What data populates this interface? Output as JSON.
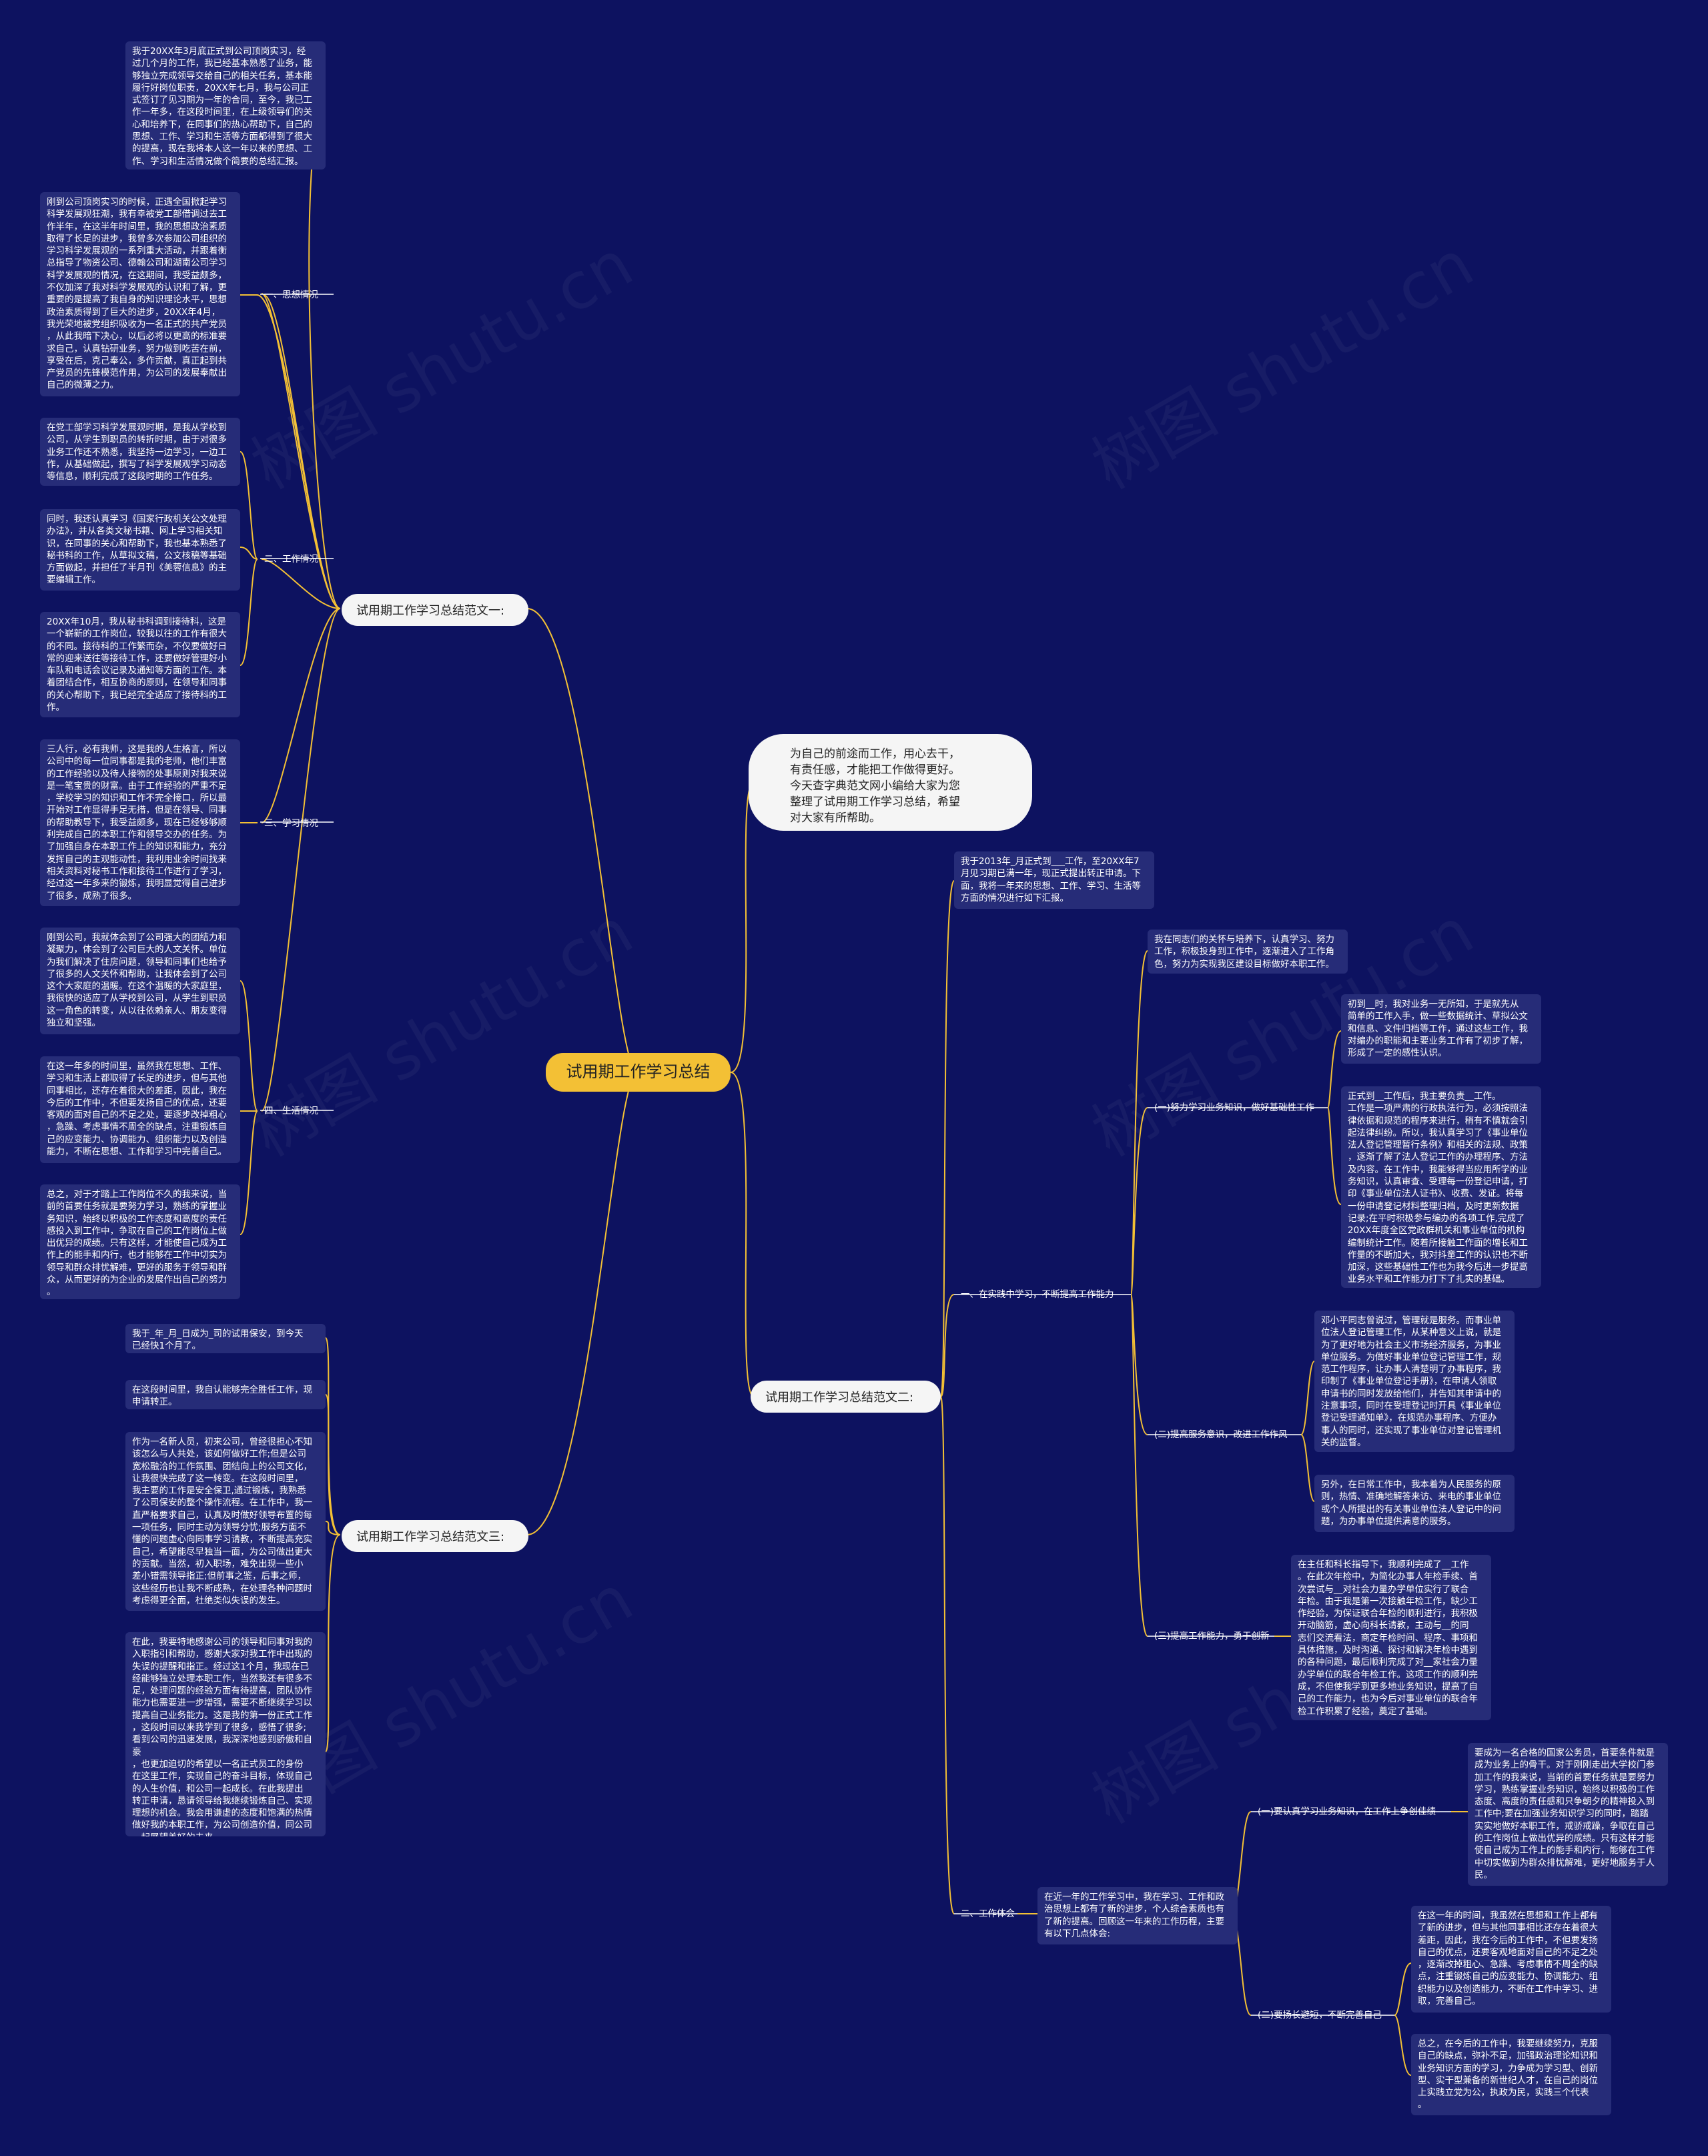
{
  "root": {
    "title": "试用期工作学习总结"
  },
  "intro": "为自己的前途而工作，用心去干，\n有责任感，才能把工作做得更好。\n今天查字典范文网小编给大家为您\n整理了试用期工作学习总结，希望\n对大家有所帮助。",
  "watermark": "树图 shutu.cn",
  "left": {
    "s1": {
      "title": "试用期工作学习总结范文一:",
      "top": "我于20XX年3月底正式到公司顶岗实习，经\n过几个月的工作，我已经基本熟悉了业务，能\n够独立完成领导交给自己的相关任务，基本能\n履行好岗位职责，20XX年七月，我与公司正\n式签订了见习期为一年的合同，至今，我已工\n作一年多，在这段时间里，在上级领导们的关\n心和培养下，在同事们的热心帮助下，自己的\n思想、工作、学习和生活等方面都得到了很大\n的提高，现在我将本人这一年以来的思想、工\n作、学习和生活情况做个简要的总结汇报。",
      "b1": {
        "label": "一、思想情况",
        "t1": "刚到公司顶岗实习的时候，正遇全国掀起学习\n科学发展观狂潮，我有幸被党工部借调过去工\n作半年，在这半年时间里，我的思想政治素质\n取得了长足的进步，我曾多次参加公司组织的\n学习科学发展观的一系列重大活动，并跟着衡\n总指导了物资公司、德翰公司和湖南公司学习\n科学发展观的情况，在这期间，我受益颇多，\n不仅加深了我对科学发展观的认识和了解，更\n重要的是提高了我自身的知识理论水平，思想\n政治素质得到了巨大的进步，20XX年4月，\n我光荣地被党组织吸收为一名正式的共产党员\n，从此我暗下决心，以后必将以更高的标准要\n求自己，认真钻研业务，努力做到吃苦在前，\n享受在后，克己奉公，多作贡献，真正起到共\n产党员的先锋模范作用，为公司的发展奉献出\n自己的微薄之力。"
      },
      "b2": {
        "label": "二、工作情况",
        "t1": "在党工部学习科学发展观时期，是我从学校到\n公司，从学生到职员的转折时期，由于对很多\n业务工作还不熟悉，我坚持一边学习，一边工\n作，从基础做起，撰写了科学发展观学习动态\n等信息，顺利完成了这段时期的工作任务。",
        "t2": "同时，我还认真学习《国家行政机关公文处理\n办法》，并从各类文秘书籍、网上学习相关知\n识，在同事的关心和帮助下，我也基本熟悉了\n秘书科的工作，从草拟文稿，公文核稿等基础\n方面做起，并担任了半月刊《美蓉信息》的主\n要编辑工作。",
        "t3": "20XX年10月，我从秘书科调到接待科，这是\n一个崭新的工作岗位，较我以往的工作有很大\n的不同。接待科的工作繁而杂，不仅要做好日\n常的迎来送往等接待工作，还要做好管理好小\n车队和电话会议记录及通知等方面的工作。本\n着团结合作，相互协商的原则，在领导和同事\n的关心帮助下，我已经完全适应了接待科的工\n作。"
      },
      "b3": {
        "label": "三、学习情况",
        "t1": "三人行，必有我师，这是我的人生格言，所以\n公司中的每一位同事都是我的老师，他们丰富\n的工作经验以及待人接物的处事原则对我来说\n是一笔宝贵的财富。由于工作经验的严重不足\n，学校学习的知识和工作不完全接口，所以最\n开始对工作显得手足无措，但是在领导、同事\n的帮助教导下，我受益颇多，现在已经够够顺\n利完成自己的本职工作和领导交办的任务。为\n了加强自身在本职工作上的知识和能力，充分\n发挥自己的主观能动性，我利用业余时间找来\n相关资料对秘书工作和接待工作进行了学习，\n经过这一年多来的锻炼，我明显觉得自己进步\n了很多，成熟了很多。"
      },
      "b4": {
        "label": "四、生活情况",
        "t1": "刚到公司，我就体会到了公司强大的团结力和\n凝聚力，体会到了公司巨大的人文关怀。单位\n为我们解决了住房问题，领导和同事们也给予\n了很多的人文关怀和帮助，让我体会到了公司\n这个大家庭的温暖。在这个温暖的大家庭里，\n我很快的适应了从学校到公司，从学生到职员\n这一角色的转变，从以往依赖亲人、朋友变得\n独立和坚强。",
        "t2": "在这一年多的时间里，虽然我在思想、工作、\n学习和生活上都取得了长足的进步，但与其他\n同事相比，还存在着很大的差距，因此，我在\n今后的工作中，不但要发扬自己的优点，还要\n客观的面对自己的不足之处，要逐步改掉粗心\n，急躁、考虑事情不周全的缺点，注重锻炼自\n己的应变能力、协调能力、组织能力以及创造\n能力，不断在思想、工作和学习中完善自己。",
        "t3": "总之，对于才踏上工作岗位不久的我来说，当\n前的首要任务就是要努力学习，熟练的掌握业\n务知识，始终以积极的工作态度和高度的责任\n感投入到工作中，争取在自己的工作岗位上做\n出优异的成绩。只有这样，才能使自己成为工\n作上的能手和内行，也才能够在工作中切实为\n领导和群众排忧解难，更好的服务于领导和群\n众，从而更好的为企业的发展作出自己的努力\n。"
      }
    },
    "s3": {
      "title": "试用期工作学习总结范文三:",
      "t1": "我于_年_月_日成为_司的试用保安，到今天\n已经快1个月了。",
      "t2": "在这段时间里，我自认能够完全胜任工作，现\n申请转正。",
      "t3": "作为一名新人员，初来公司，曾经很担心不知\n该怎么与人共处，该如何做好工作;但是公司\n宽松融洽的工作氛围、团结向上的公司文化，\n让我很快完成了这一转变。在这段时间里，\n我主要的工作是安全保卫,通过锻炼，我熟悉\n了公司保安的整个操作流程。在工作中，我一\n直严格要求自己，认真及时做好领导布置的每\n一项任务，同时主动为领导分忧;服务方面不\n懂的问题虚心向同事学习请教，不断提高充实\n自己，希望能尽早独当一面，为公司做出更大\n的贡献。当然，初入职场，难免出现一些小\n差小错需领导指正;但前事之鉴，后事之师，\n这些经历也让我不断成熟，在处理各种问题时\n考虑得更全面，杜绝类似失误的发生。",
      "t4": "在此，我要特地感谢公司的领导和同事对我的\n入职指引和帮助，感谢大家对我工作中出现的\n失误的提醒和指正。经过这1个月，我现在已\n经能够独立处理本职工作，当然我还有很多不\n足，处理问题的经验方面有待提高，团队协作\n能力也需要进一步增强，需要不断继续学习以\n提高自己业务能力。这是我的第一份正式工作\n，这段时间以来我学到了很多，感悟了很多;\n看到公司的迅速发展，我深深地感到骄傲和自豪\n，也更加迫切的希望以一名正式员工的身份\n在这里工作，实现自己的奋斗目标，体现自己\n的人生价值，和公司一起成长。在此我提出\n转正申请，恳请领导给我继续锻炼自己、实现\n理想的机会。我会用谦虚的态度和饱满的热情\n做好我的本职工作，为公司创造价值，同公司\n一起展望美好的未来。"
    }
  },
  "right": {
    "s2": {
      "title": "试用期工作学习总结范文二:",
      "top": "我于2013年_月正式到___工作，至20XX年7\n月见习期已满一年，现正式提出转正申请。下\n面，我将一年来的思想、工作、学习、生活等\n方面的情况进行如下汇报。",
      "a": {
        "label": "一、在实践中学习，不断提高工作能力",
        "top": "我在同志们的关怀与培养下，认真学习、努力\n工作，积极投身到工作中，逐渐进入了工作角\n色，努力为实现我区建设目标做好本职工作。",
        "c1": {
          "label": "(一)努力学习业务知识，做好基础性工作",
          "t1": "初到__时，我对业务一无所知，于是就先从\n简单的工作入手，做一些数据统计、草拟公文\n和信息、文件归档等工作，通过这些工作，我\n对编办的职能和主要业务工作有了初步了解，\n形成了一定的感性认识。",
          "t2": "正式到__工作后，我主要负责__工作。\n工作是一项严肃的行政执法行为，必须按照法\n律依据和规范的程序来进行，稍有不慎就会引\n起法律纠纷。所以，我认真学习了《事业单位\n法人登记管理暂行条例》和相关的法规、政策\n，逐渐了解了法人登记工作的办理程序、方法\n及内容。在工作中，我能够得当应用所学的业\n务知识，认真审查、受理每一份登记申请，打\n印《事业单位法人证书》、收费、发证。将每\n一份申请登记材料整理归档，及时更新数据\n记录;在平时积极参与编办的各项工作,完成了\n20XX年度全区党政群机关和事业单位的机构\n编制统计工作。随着所接触工作面的增长和工\n作量的不断加大，我对抖童工作的认识也不断\n加深，这些基础性工作也为我今后进一步提高\n业务水平和工作能力打下了扎实的基础。"
        },
        "c2": {
          "label": "(二)提高服务意识，改进工作作风",
          "t1": "邓小平同志曾说过，管理就是服务。而事业单\n位法人登记管理工作，从某种意义上说，就是\n为了更好地为社会主义市场经济服务，为事业\n单位服务。为做好事业单位登记管理工作，规\n范工作程序，让办事人清楚明了办事程序，我\n印制了《事业单位登记手册》，在申请人领取\n申请书的同时发放给他们，并告知其申请中的\n注意事项，同时在受理登记时开具《事业单位\n登记受理通知单》，在规范办事程序、方便办\n事人的同时，还实现了事业单位对登记管理机\n关的监督。",
          "t2": "另外，在日常工作中，我本着为人民服务的原\n则，热情、准确地解答来访、来电的事业单位\n或个人所提出的有关事业单位法人登记中的问\n题，为办事单位提供满意的服务。"
        },
        "c3": {
          "label": "(三)提高工作能力，勇于创新",
          "t1": "在主任和科长指导下，我顺利完成了__工作\n。在此次年检中，为简化办事人年检手续、首\n次尝试与__对社会力量办学单位实行了联合\n年检。由于我是第一次接触年检工作，缺少工\n作经验，为保证联合年检的顺利进行，我积极\n开动脑筋，虚心向科长请教，主动与__的同\n志们交流看法，商定年检时间、程序、事项和\n具体措施，及时沟通、探讨和解决年检中遇到\n的各种问题，最后顺利完成了对__家社会力量\n办学单位的联合年检工作。这项工作的顺利完\n成，不但使我学到更多地业务知识，提高了自\n己的工作能力，也为今后对事业单位的联合年\n检工作积累了经验，奠定了基础。"
        }
      },
      "b": {
        "label": "二、工作体会",
        "top": "在近一年的工作学习中，我在学习、工作和政\n治思想上都有了新的进步，个人综合素质也有\n了新的提高。回顾这一年来的工作历程，主要\n有以下几点体会:",
        "c1": {
          "label": "(一)要认真学习业务知识，在工作上争创佳绩",
          "t1": "要成为一名合格的国家公务员，首要条件就是\n成为业务上的骨干。对于刚刚走出大学校门参\n加工作的我来说，当前的首要任务就是要努力\n学习，熟练掌握业务知识，始终以积极的工作\n态度、高度的责任感和只争朝夕的精神投入到\n工作中;要在加强业务知识学习的同时，踏踏\n实实地做好本职工作，戒骄戒躁，争取在自己\n的工作岗位上做出优异的成绩。只有这样才能\n使自己成为工作上的能手和内行，能够在工作\n中切实做到为群众排忧解难，更好地服务于人\n民。"
        },
        "c2": {
          "label": "(二)要扬长避短，不断完善自己",
          "t1": "在这一年的时间，我虽然在思想和工作上都有\n了新的进步，但与其他同事相比还存在着很大\n差距，因此，我在今后的工作中，不但要发扬\n自己的优点，还要客观地面对自己的不足之处\n，逐渐改掉粗心、急躁、考虑事情不周全的缺\n点，注重锻炼自己的应变能力、协调能力、组\n织能力以及创造能力，不断在工作中学习、进\n取，完善自己。",
          "t2": "总之，在今后的工作中，我要继续努力，克服\n自己的缺点，弥补不足，加强政治理论知识和\n业务知识方面的学习，力争成为学习型、创新\n型、实干型兼备的新世纪人才，在自己的岗位\n上实践立党为公，执政为民，实践三个代表\n。"
        }
      }
    }
  }
}
